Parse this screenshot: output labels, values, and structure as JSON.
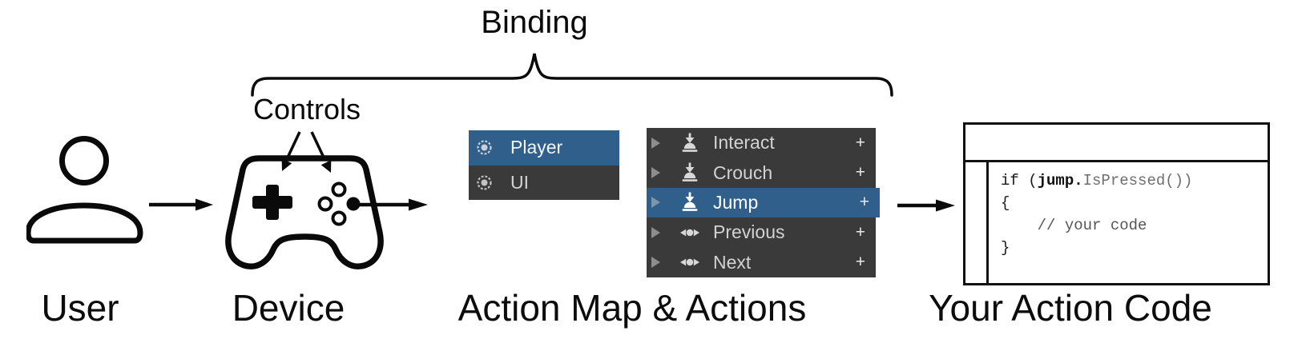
{
  "diagram": {
    "binding_label": "Binding",
    "controls_label": "Controls",
    "stage_labels": {
      "user": "User",
      "device": "Device",
      "action_map": "Action Map & Actions",
      "action_code": "Your Action Code"
    }
  },
  "colors": {
    "selection_blue": "#2F5F8A",
    "panel_dark": "#3A3A3A",
    "outline_black": "#0A0A0A"
  },
  "action_map_panel": {
    "items": [
      {
        "label": "Player",
        "icon": "action-map-icon",
        "selected": true
      },
      {
        "label": "UI",
        "icon": "action-map-icon",
        "selected": false
      }
    ]
  },
  "actions_panel": {
    "rows": [
      {
        "label": "Interact",
        "icon": "button-action-icon",
        "add_label": "+",
        "selected": false
      },
      {
        "label": "Crouch",
        "icon": "button-action-icon",
        "add_label": "+",
        "selected": false
      },
      {
        "label": "Jump",
        "icon": "button-action-icon",
        "add_label": "+",
        "selected": true
      },
      {
        "label": "Previous",
        "icon": "axis-action-icon",
        "add_label": "+",
        "selected": false
      },
      {
        "label": "Next",
        "icon": "axis-action-icon",
        "add_label": "+",
        "selected": false
      }
    ]
  },
  "code_box": {
    "line1": {
      "kw": "if (",
      "var": "jump.",
      "method": "IsPressed())"
    },
    "line2": "{",
    "line3": "    // your code",
    "line4": "}"
  }
}
